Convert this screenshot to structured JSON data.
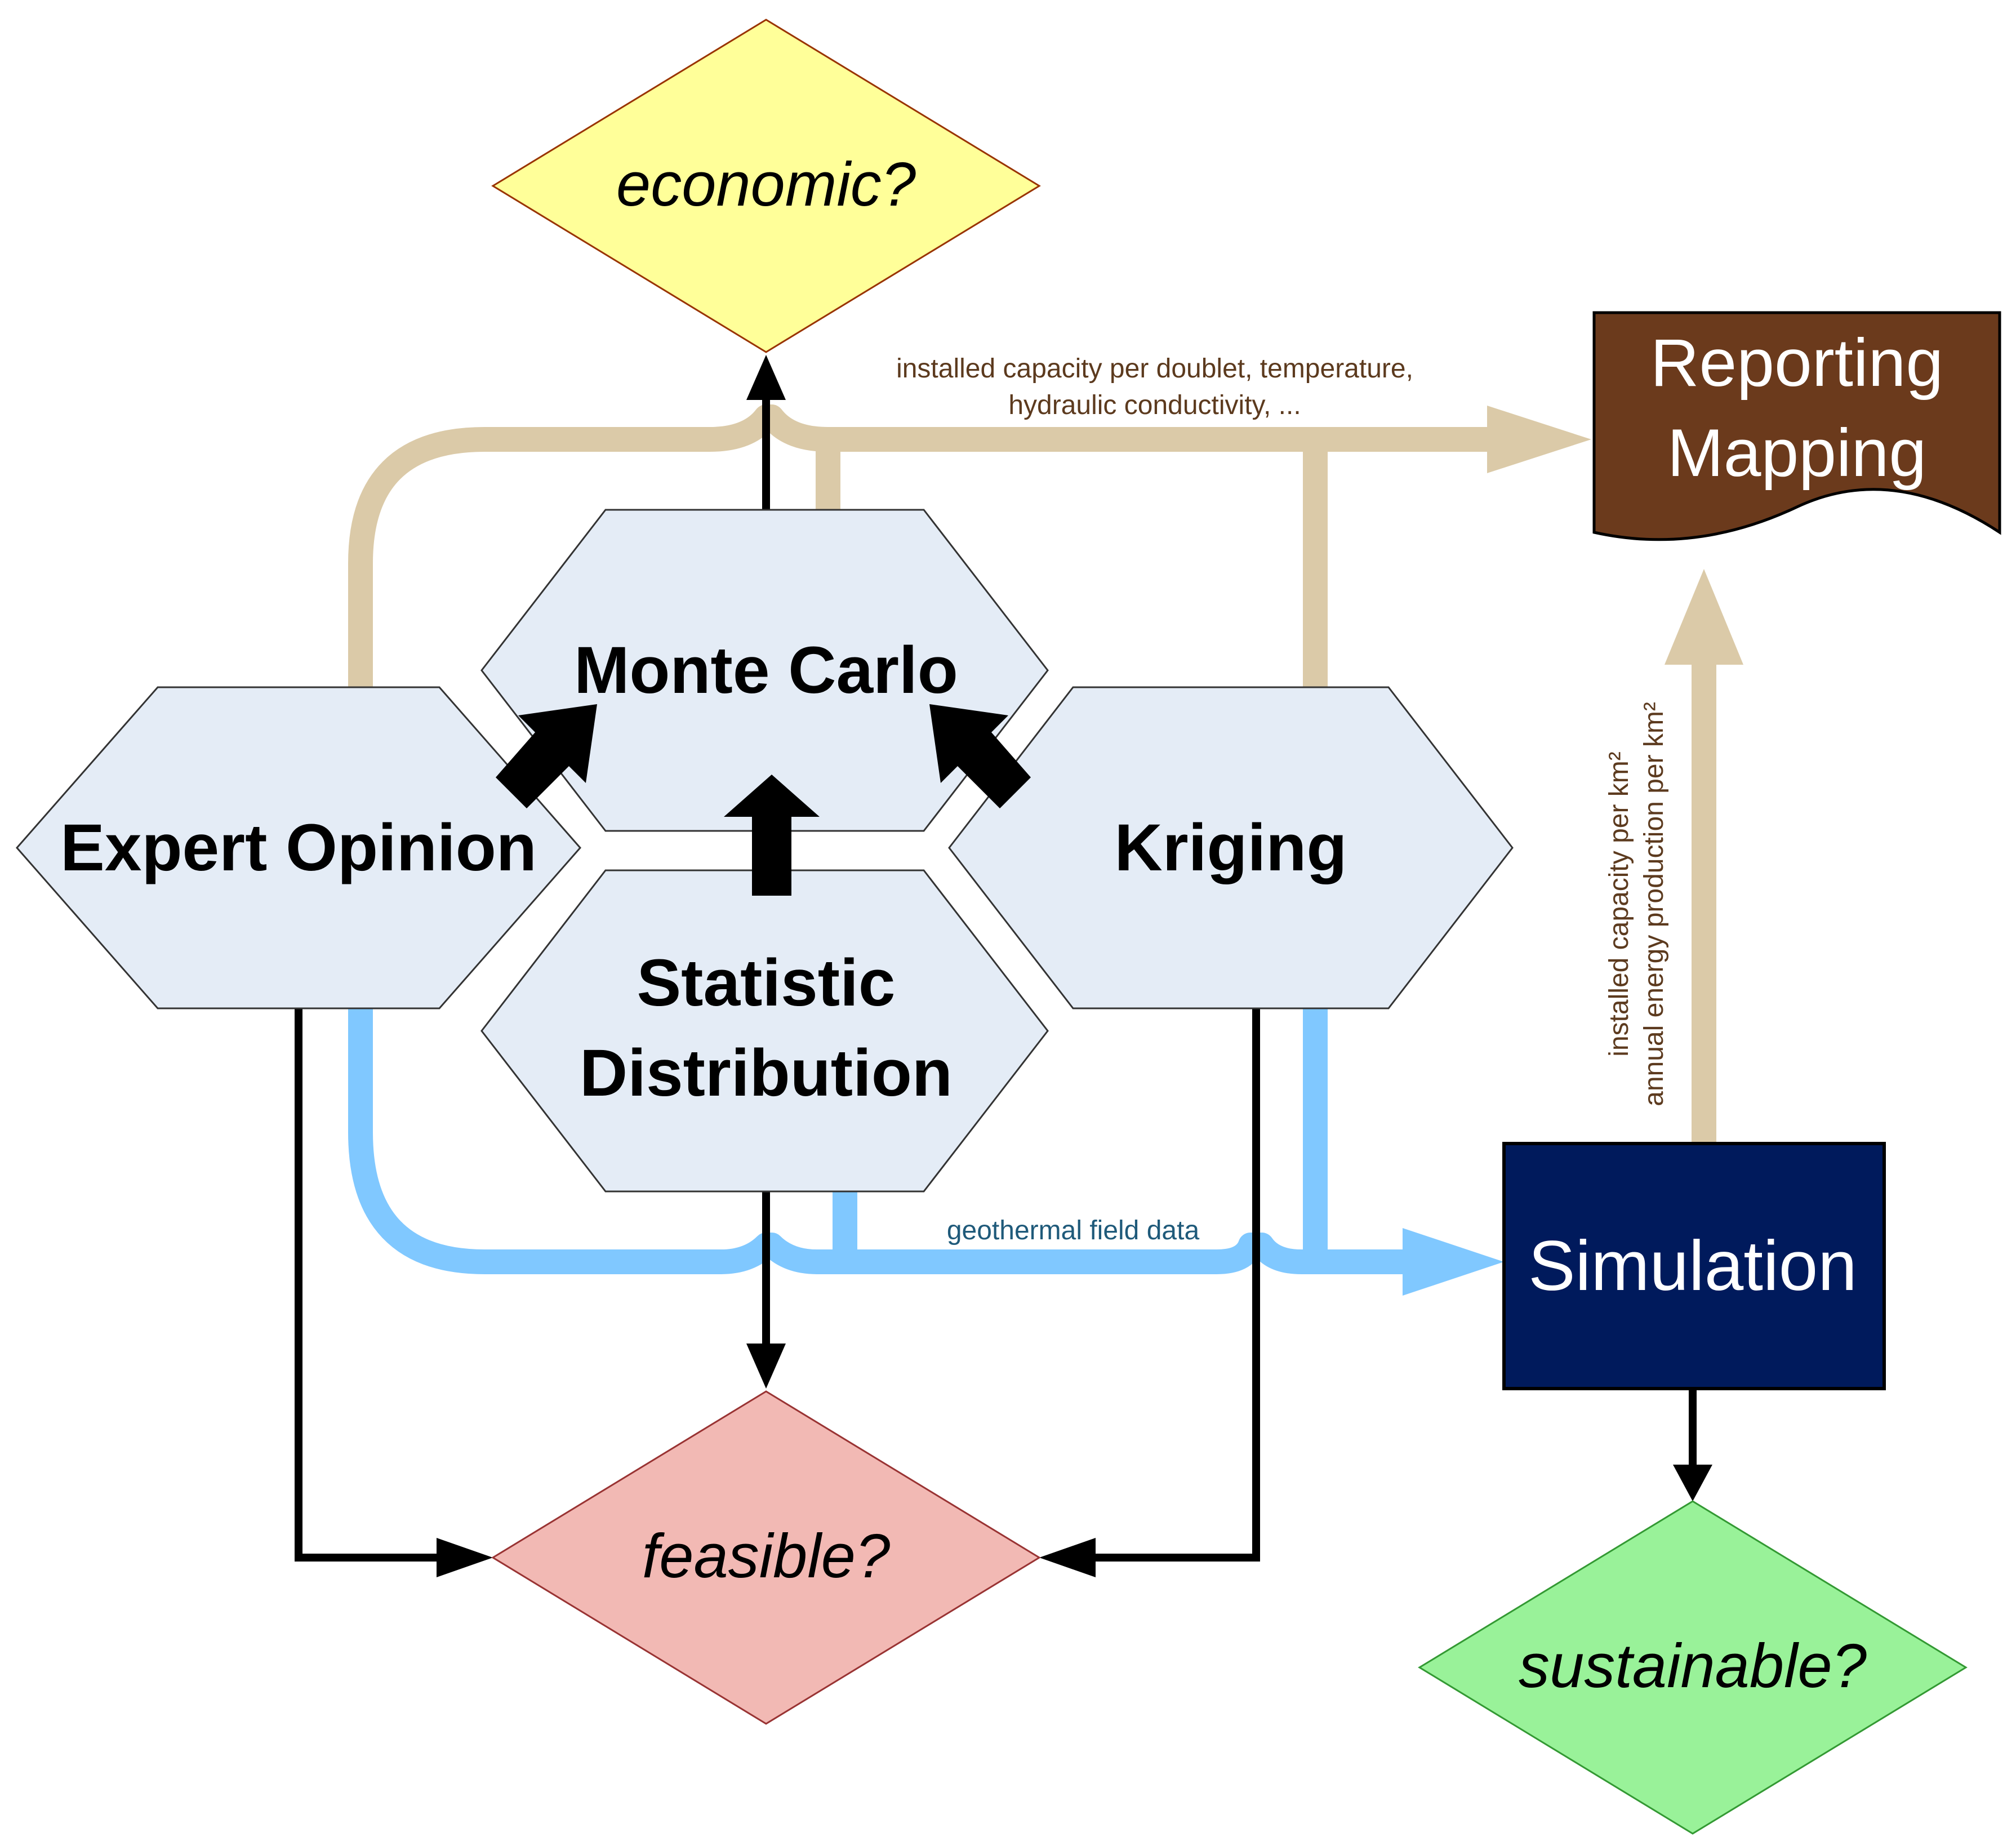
{
  "nodes": {
    "monte_carlo": "Monte Carlo",
    "expert_opinion": "Expert Opinion",
    "kriging": "Kriging",
    "statistic_distribution": [
      "Statistic",
      "Distribution"
    ],
    "economic": "economic?",
    "feasible": "feasible?",
    "sustainable": "sustainable?",
    "reporting_mapping": [
      "Reporting",
      "Mapping"
    ],
    "simulation": "Simulation"
  },
  "labels": {
    "top_flow": [
      "installed capacity per doublet, temperature,",
      "hydraulic conductivity, ..."
    ],
    "bottom_flow": "geothermal field data",
    "right_flow": [
      "installed capacity per km²",
      "annual energy production per km²"
    ]
  },
  "colors": {
    "hexagon_fill": "#e4ecf6",
    "economic_fill": "#ffff99",
    "feasible_fill": "#f2b9b4",
    "sustainable_fill": "#99f299",
    "reporting_fill": "#6b3a1c",
    "simulation_fill": "#001a5c",
    "tan_flow": "#dbcaa8",
    "blue_flow": "#80c8ff"
  }
}
